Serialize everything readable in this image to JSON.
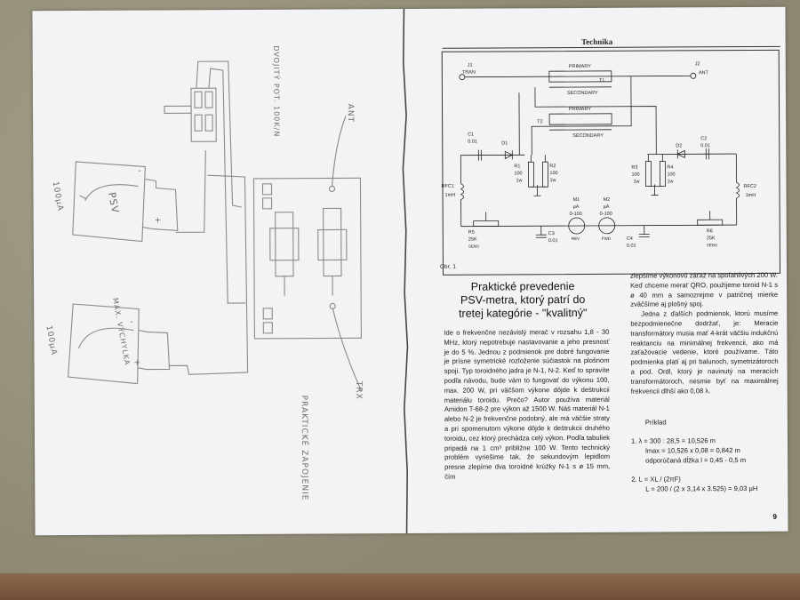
{
  "left_page": {
    "meter1_label": "PSV",
    "meter1_range": "100µA",
    "meter2_label": "MAX. VÝCHYLKA",
    "meter2_range": "100µA",
    "pot_label": "DVOJITÝ POT. 100K/N",
    "ant_label": "ANT",
    "trx_label": "TRX",
    "diagram_caption": "PRAKTICKÉ ZAPOJENIE",
    "plus_sign": "+",
    "minus_sign": "-"
  },
  "right_page": {
    "section": "Technika",
    "figure_label": "Obr. 1",
    "schematic": {
      "j1": "J1",
      "tran": "TRAN",
      "j2": "J2",
      "ant": "ANT",
      "t1": "T1",
      "t2": "T2",
      "primary": "PRIMARY",
      "secondary": "SECONDARY",
      "c1": "C1",
      "c1_val": "0.01",
      "c2": "C2",
      "c2_val": "0.01",
      "d1": "D1",
      "d2": "D2",
      "r1": "R1",
      "r2": "R2",
      "r3": "R3",
      "r4": "R4",
      "r_val": "100",
      "r_w": "1w",
      "rfc1": "RFC1",
      "rfc2": "RFC2",
      "rfc_val": "1mH",
      "m1": "M1",
      "m2": "M2",
      "m_unit": "µA",
      "m_val": "0-100",
      "c3": "C3",
      "c3_val": "0.01",
      "c4": "C4",
      "c4_val": "0.01",
      "r5": "R5",
      "r6": "R6",
      "r_pot_val": "25K",
      "sens": "SENS",
      "fwd": "FWD",
      "rev": "REV"
    },
    "title_line1": "Praktické prevedenie",
    "title_line2": "PSV-metra, ktorý patrí do",
    "title_line3": "tretej kategórie - \"kvalitný\"",
    "col1_text": "Ide o frekvenčne nezávislý merač v rozsahu 1,8 - 30 MHz, ktorý nepotrebuje nastavovanie a jeho presnosť je do 5 %. Jednou z podmienok pre dobré fungovanie je prísne symetrické rozloženie súčiastok na plošnom spoji. Typ toroidného jadra je N-1, N-2. Keď to spravíte podľa návodu, bude vám to fungovať do výkonu 100, max. 200 W, pri väčšom výkone dôjde k deštrukcii materiálu toroidu. Prečo? Autor používa materiál Amidon T-68-2 pre výkon až 1500 W. Náš materiál N-1 alebo N-2 je frekvenčne podobný, ale má väčšie straty a pri spomenutom výkone dôjde k deštrukcii druhého toroidu, cez ktorý prechádza celý výkon. Podľa tabuliek pripadá na 1 cm³ približne 100 W. Tento technický problém vyriešime tak, že sekundovým lepidlom presne zlepíme dva toroidné krúžky N-1 s ø 15 mm, čím",
    "col2_text_a": "zlepšíme výkonovú záťaž na spoľahlivých 200 W. Keď chceme merať QRO, použijeme toroid N-1 s ø 40 mm a samozrejme v patričnej mierke zväčšíme aj plošný spoj.",
    "col2_text_b": "Jedna z ďalších podmienok, ktorú musíme bezpodmienečne dodržať, je: Meracie transformátory musia mať 4-krát väčšiu indukčnú reaktanciu na minimálnej frekvencii, ako má zaťažovacie vedenie, ktoré používame. Táto podmienka platí aj pri balunoch, symetrizátoroch a pod. Ordl, ktorý je navinutý na meracích transformátoroch, nesmie byť na maximálnej frekvencii dlhší ako 0,08 λ.",
    "example_heading": "Príklad",
    "ex1_line1": "1.   λ = 300 : 28,5 = 10,526 m",
    "ex1_line2": "lmax = 10,526 x 0,08 = 0,842 m",
    "ex1_line3": "odporúčaná dĺžka  l = 0,45 - 0,5 m",
    "ex2_line1": "2.   L = XL / (2πF)",
    "ex2_line2": "L = 200 / (2 x 3,14 x 3.525) = 9,03 µH",
    "page_number": "9"
  }
}
